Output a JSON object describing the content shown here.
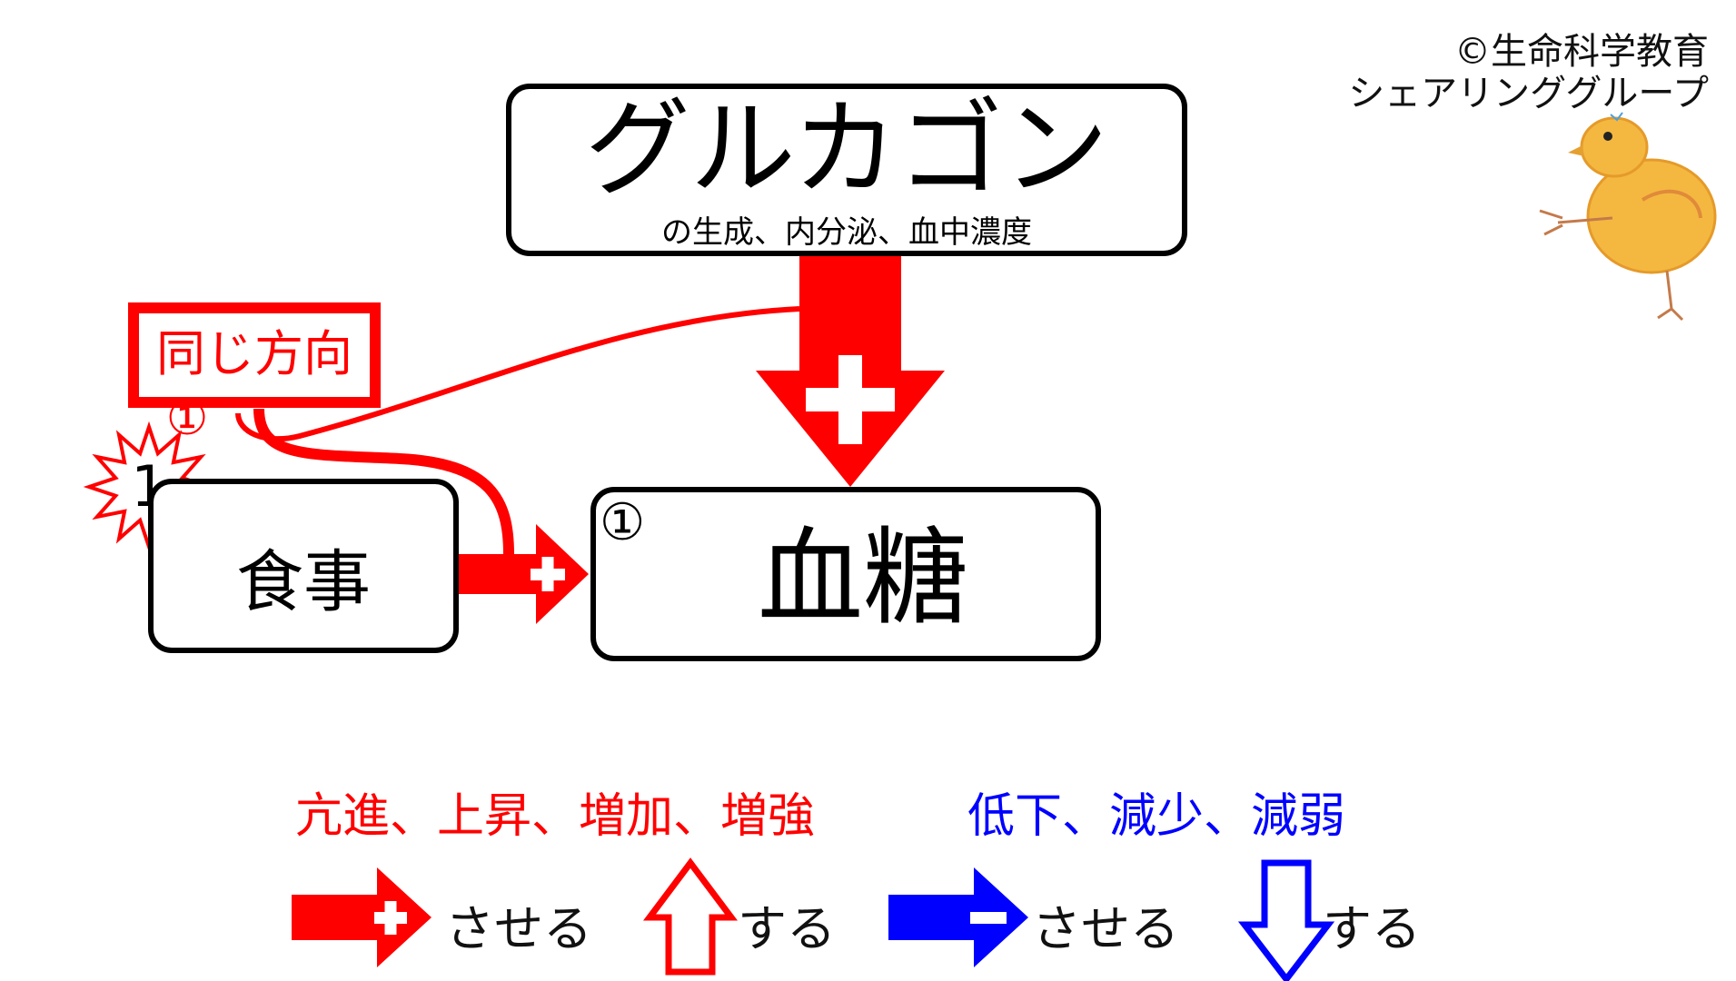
{
  "copyright": {
    "line1": "©生命科学教育",
    "line2": "シェアリンググループ"
  },
  "nodes": {
    "glucagon": {
      "title": "グルカゴン",
      "subtitle": "の生成、内分泌、血中濃度"
    },
    "meal": {
      "label": "食事"
    },
    "blood_sugar": {
      "label": "血糖",
      "marker": "①"
    }
  },
  "callout": {
    "label": "同じ方向",
    "marker": "①",
    "burst_number": "1"
  },
  "legend": {
    "increase_text": "亢進、上昇、増加、増強",
    "decrease_text": "低下、減少、減弱",
    "items": [
      {
        "label": "させる"
      },
      {
        "label": "する"
      },
      {
        "label": "させる"
      },
      {
        "label": "する"
      }
    ]
  },
  "colors": {
    "increase": "#ff0000",
    "decrease": "#0000ff",
    "line": "#000000",
    "chick": "#f4b840"
  }
}
